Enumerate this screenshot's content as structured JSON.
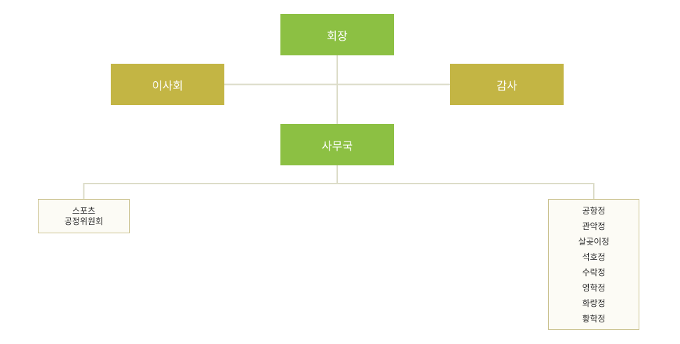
{
  "org_chart": {
    "chairman": {
      "label": "회장"
    },
    "board": {
      "label": "이사회"
    },
    "audit": {
      "label": "감사"
    },
    "secretariat": {
      "label": "사무국"
    },
    "sports_committee": {
      "label": "스포츠\n공정위원회"
    },
    "pavilions": {
      "items": [
        "공항정",
        "관악정",
        "살곶이정",
        "석호정",
        "수락정",
        "영학정",
        "화랑정",
        "황학정"
      ]
    }
  },
  "colors": {
    "primary": "#8cc043",
    "secondary": "#c3b544",
    "outline_border": "#c9c08c",
    "outline_fill": "#fcfbf5",
    "connector": "#dcdcc8"
  }
}
